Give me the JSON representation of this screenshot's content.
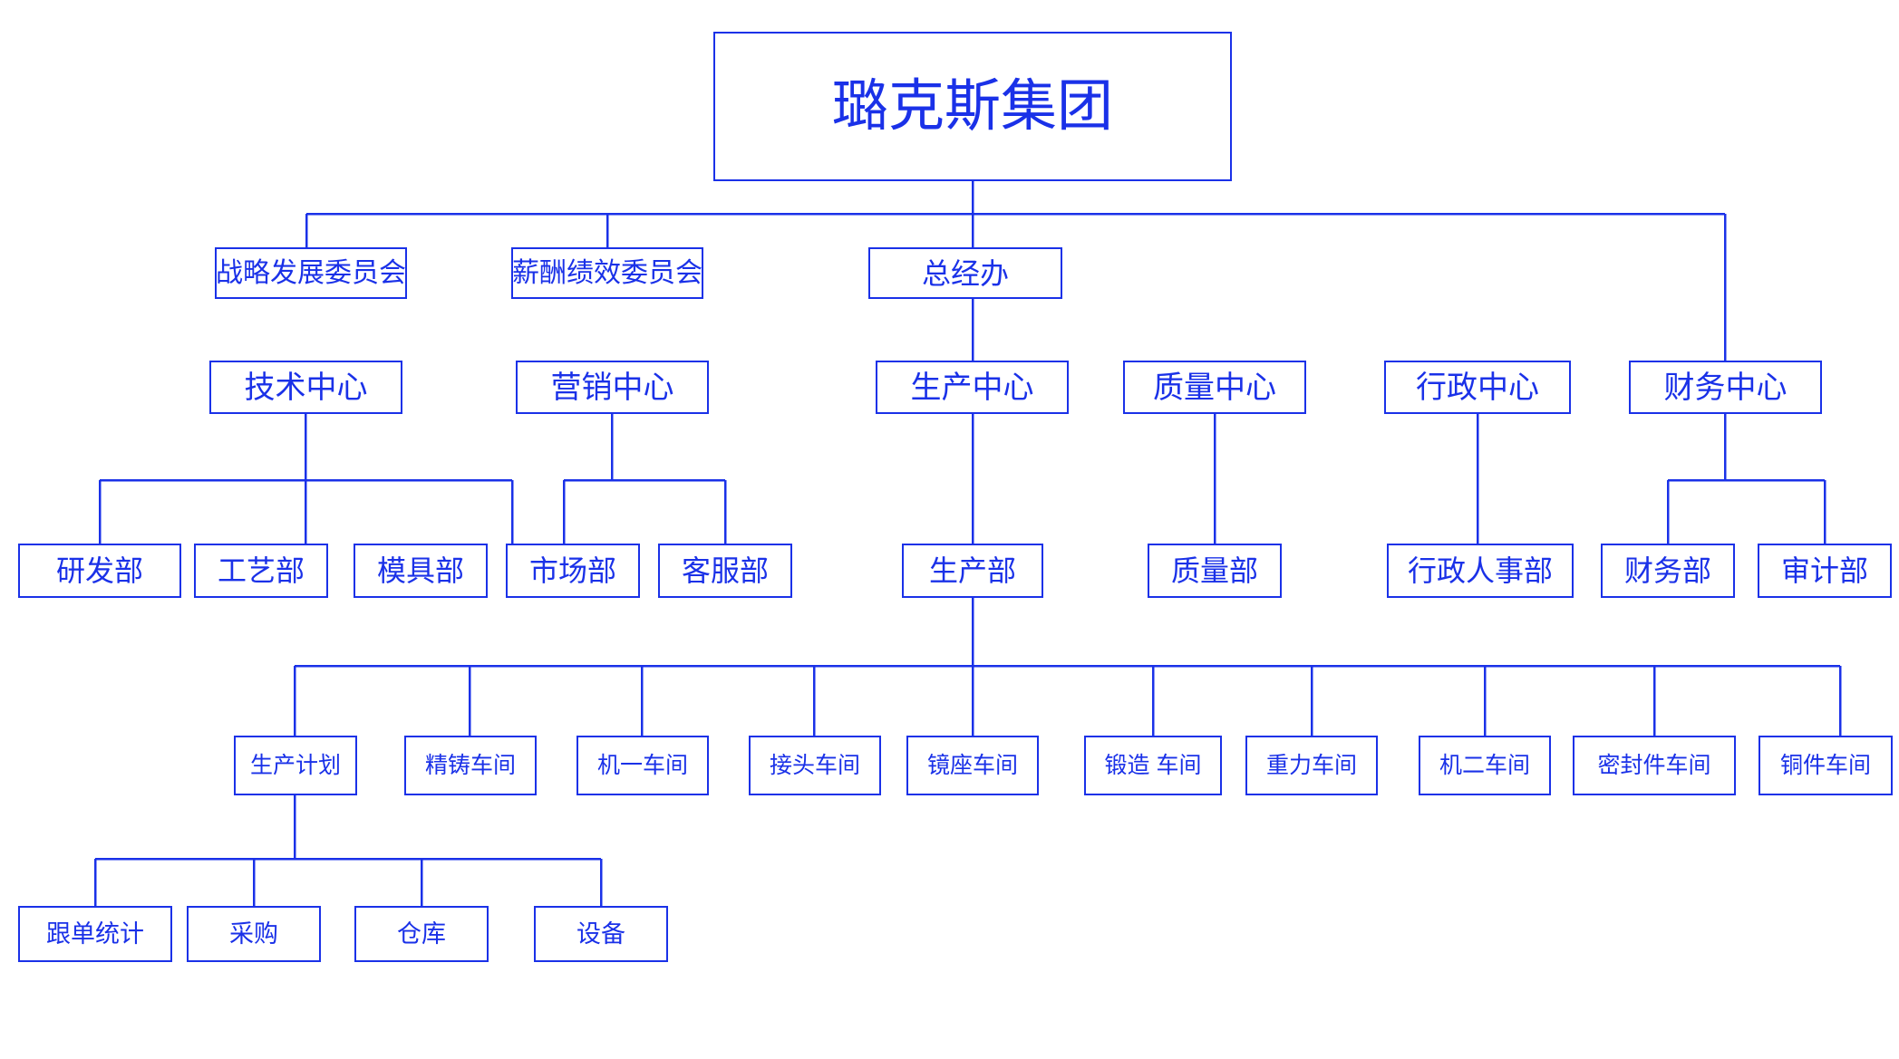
{
  "meta": {
    "title": "璐克斯集团组织架构图",
    "accent_color": "#1a31e8",
    "background_color": "#ffffff",
    "line_color": "#1a31e8"
  },
  "root": {
    "label": "璐克斯集团"
  },
  "committees": [
    {
      "label": "战略发展委员会"
    },
    {
      "label": "薪酬绩效委员会"
    }
  ],
  "gm_office": {
    "label": "总经办"
  },
  "centers": [
    {
      "label": "技术中心"
    },
    {
      "label": "营销中心"
    },
    {
      "label": "生产中心"
    },
    {
      "label": "质量中心"
    },
    {
      "label": "行政中心"
    },
    {
      "label": "财务中心"
    }
  ],
  "departments": [
    {
      "label": "研发部"
    },
    {
      "label": "工艺部"
    },
    {
      "label": "模具部"
    },
    {
      "label": "市场部"
    },
    {
      "label": "客服部"
    },
    {
      "label": "生产部"
    },
    {
      "label": "质量部"
    },
    {
      "label": "行政人事部"
    },
    {
      "label": "财务部"
    },
    {
      "label": "审计部"
    }
  ],
  "workshops": [
    {
      "label": "生产计划"
    },
    {
      "label": "精铸车间"
    },
    {
      "label": "机一车间"
    },
    {
      "label": "接头车间"
    },
    {
      "label": "镜座车间"
    },
    {
      "label": "锻造 车间"
    },
    {
      "label": "重力车间"
    },
    {
      "label": "机二车间"
    },
    {
      "label": "密封件车间"
    },
    {
      "label": "铜件车间"
    }
  ],
  "plan_subunits": [
    {
      "label": "跟单统计"
    },
    {
      "label": "采购"
    },
    {
      "label": "仓库"
    },
    {
      "label": "设备"
    }
  ]
}
